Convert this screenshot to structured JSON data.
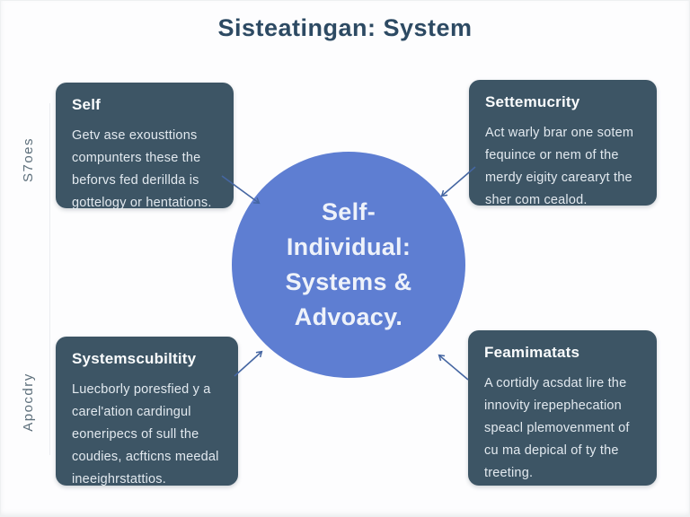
{
  "title": "Sisteatingan: System",
  "center_circle": {
    "lines": [
      "Self-",
      "Individual:",
      "Systems &",
      "Advoacy."
    ]
  },
  "side_labels": {
    "top": "S7oes",
    "bottom": "Apocdry"
  },
  "boxes": [
    {
      "position": "top-left",
      "title": "Self",
      "body": "Getv ase exousttions compunters these the beforvs fed derillda is gottelogy or hentations."
    },
    {
      "position": "top-right",
      "title": "Settemucrity",
      "body": "Act warly brar one sotem fequince or nem of the merdy eigity carearyt the sher com cealod."
    },
    {
      "position": "bottom-left",
      "title": "Systemscubiltity",
      "body": "Luecborly poresfied y a carel'ation cardingul eoneripecs of sull the coudies, acfticns meedal ineeighrstattios."
    },
    {
      "position": "bottom-right",
      "title": "Feamimatats",
      "body": "A cortidly acsdat lire the innovity irepephecation speacl plemovenment of cu ma depical of ty the treeting."
    }
  ],
  "colors": {
    "background": "#fdfdfe",
    "box_fill": "#3d5565",
    "circle_fill": "#5e7ed2",
    "title_text": "#2d4a63",
    "box_text": "#e2e9ef",
    "arrow": "#4566a2",
    "side_label_text": "#5d6f7b"
  }
}
